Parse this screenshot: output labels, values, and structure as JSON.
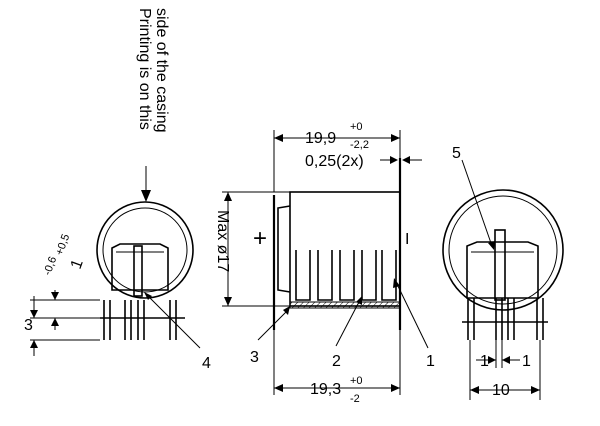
{
  "notes": {
    "printing_line1": "Printing is on this",
    "printing_line2": "side of the casing"
  },
  "dimensions": {
    "length_top_main": "19,9",
    "length_top_plus": "+0",
    "length_top_minus": "-2,2",
    "wall": "0,25(2x)",
    "diameter": "Max ø17",
    "length_bottom_main": "19,3",
    "length_bottom_plus": "+0",
    "length_bottom_minus": "-2",
    "lead_offset_main": "1",
    "lead_offset_plus": "+0,5",
    "lead_offset_minus": "-0,6",
    "pin_height": "3",
    "pin_pitch": "10",
    "pin_width_left": "1",
    "pin_width_right": "1"
  },
  "callouts": {
    "c1": "1",
    "c2": "2",
    "c3": "3",
    "c4": "4",
    "c5": "5"
  },
  "polarity": {
    "plus": "+",
    "minus": "I"
  }
}
